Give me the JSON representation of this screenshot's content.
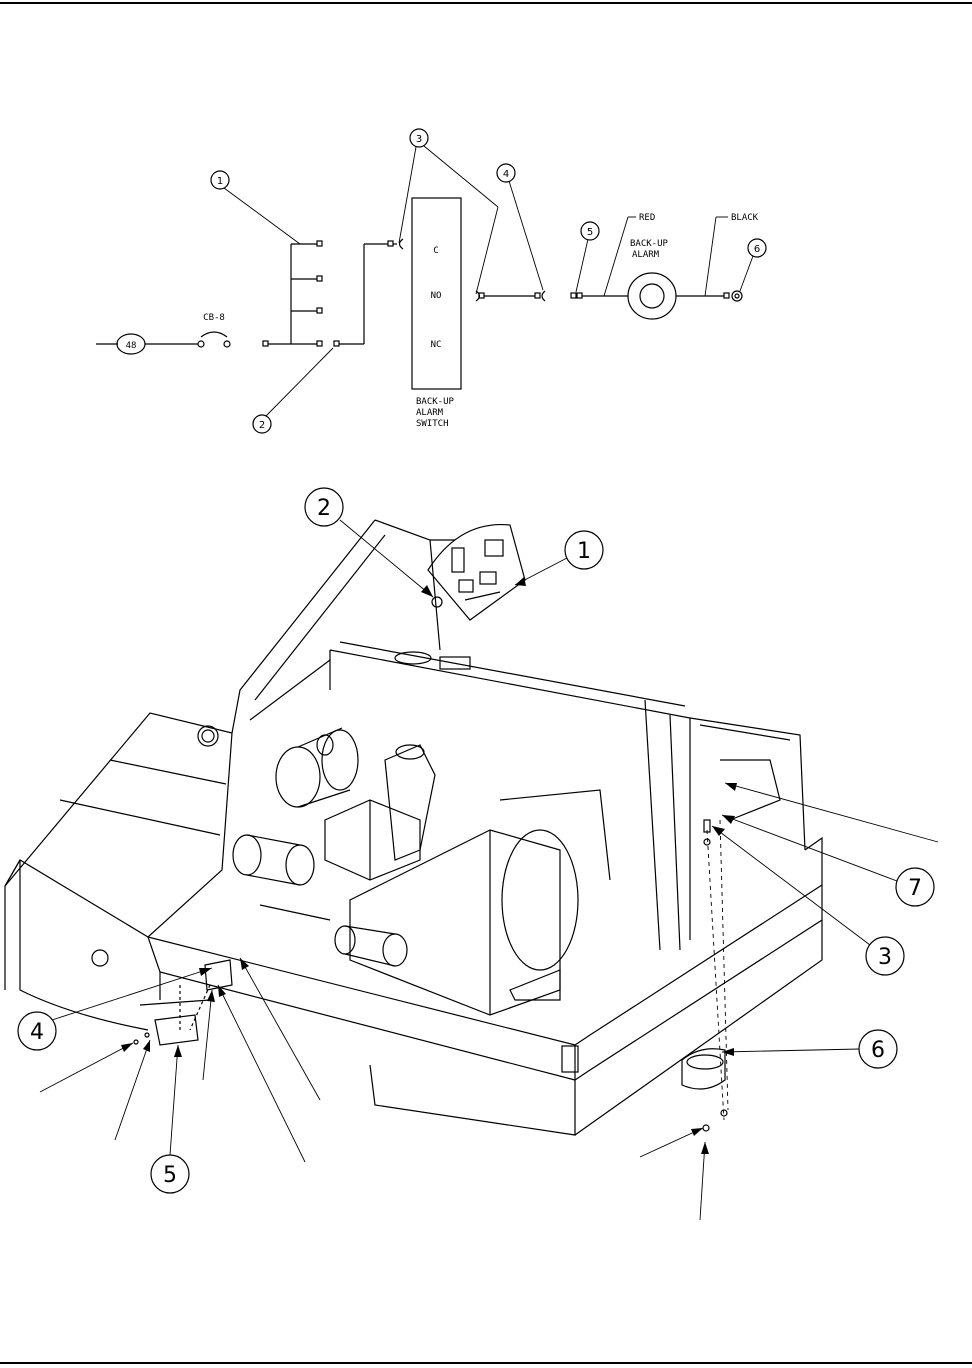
{
  "schematic": {
    "callouts": [
      "1",
      "2",
      "3",
      "4",
      "5",
      "6"
    ],
    "circuit_48": "48",
    "cb_label": "CB-8",
    "switch_terminals": [
      "C",
      "NO",
      "NC"
    ],
    "switch_label": [
      "BACK-UP",
      "ALARM",
      "SWITCH"
    ],
    "alarm_label": [
      "BACK-UP",
      "ALARM"
    ],
    "wire_red": "RED",
    "wire_black": "BLACK"
  },
  "assembly": {
    "callouts": [
      "1",
      "2",
      "3",
      "4",
      "5",
      "6",
      "7"
    ]
  }
}
